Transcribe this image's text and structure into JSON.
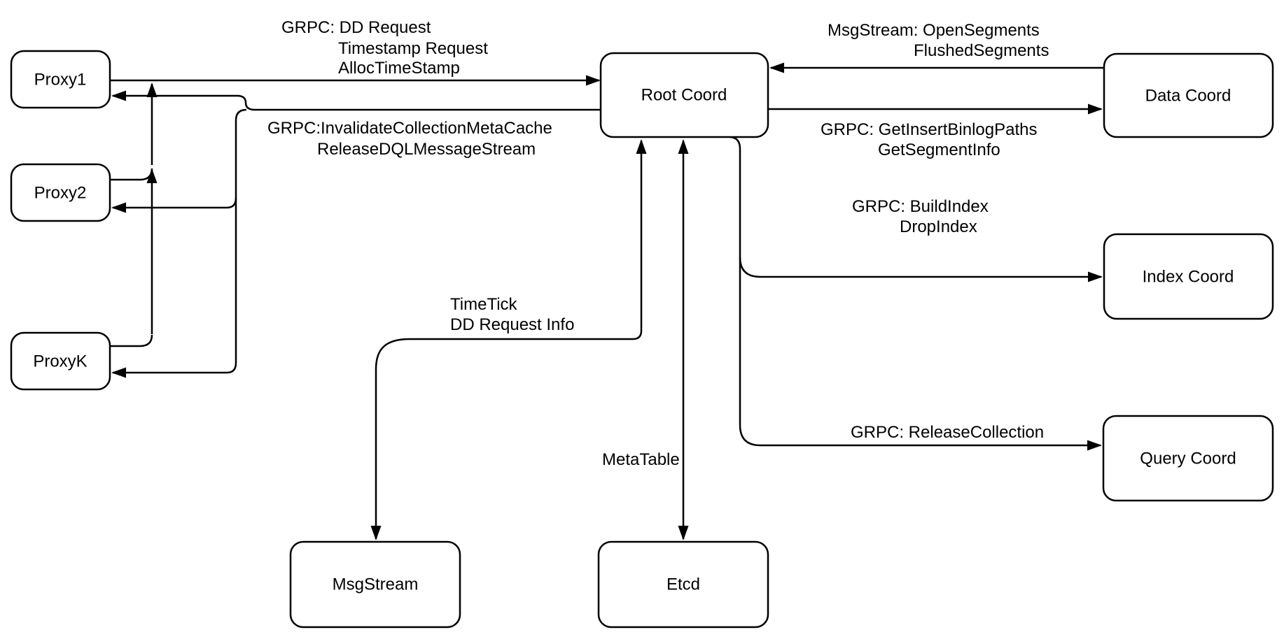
{
  "colors": {
    "background": "#ffffff",
    "stroke": "#000000",
    "node_fill": "#ffffff",
    "text": "#000000"
  },
  "nodes": {
    "proxy1": {
      "label": "Proxy1"
    },
    "proxy2": {
      "label": "Proxy2"
    },
    "proxyk": {
      "label": "ProxyK"
    },
    "root_coord": {
      "label": "Root Coord"
    },
    "data_coord": {
      "label": "Data Coord"
    },
    "index_coord": {
      "label": "Index Coord"
    },
    "query_coord": {
      "label": "Query Coord"
    },
    "msgstream": {
      "label": "MsgStream"
    },
    "etcd": {
      "label": "Etcd"
    }
  },
  "edges": {
    "proxies_to_root": {
      "from": "Proxy1, Proxy2, ProxyK",
      "to": "Root Coord",
      "bidirectional": false,
      "lines": [
        "GRPC: DD Request",
        "Timestamp Request",
        "AllocTimeStamp"
      ]
    },
    "root_to_proxies": {
      "from": "Root Coord",
      "to": "Proxy1, Proxy2, ProxyK",
      "bidirectional": false,
      "lines": [
        "GRPC:InvalidateCollectionMetaCache",
        "ReleaseDQLMessageStream"
      ]
    },
    "data_to_root": {
      "from": "Data Coord",
      "to": "Root Coord",
      "bidirectional": false,
      "lines": [
        "MsgStream: OpenSegments",
        "FlushedSegments"
      ]
    },
    "root_to_data": {
      "from": "Root Coord",
      "to": "Data Coord",
      "bidirectional": false,
      "lines": [
        "GRPC: GetInsertBinlogPaths",
        "GetSegmentInfo"
      ]
    },
    "root_to_index": {
      "from": "Root Coord",
      "to": "Index Coord",
      "bidirectional": false,
      "lines": [
        "GRPC: BuildIndex",
        "DropIndex"
      ]
    },
    "root_to_query": {
      "from": "Root Coord",
      "to": "Query Coord",
      "bidirectional": false,
      "lines": [
        "GRPC: ReleaseCollection"
      ]
    },
    "root_to_msgstream": {
      "from": "Root Coord",
      "to": "MsgStream",
      "bidirectional": true,
      "lines": [
        "TimeTick",
        "DD Request Info"
      ]
    },
    "root_to_etcd": {
      "from": "Root Coord",
      "to": "Etcd",
      "bidirectional": true,
      "lines": [
        "MetaTable"
      ]
    }
  }
}
